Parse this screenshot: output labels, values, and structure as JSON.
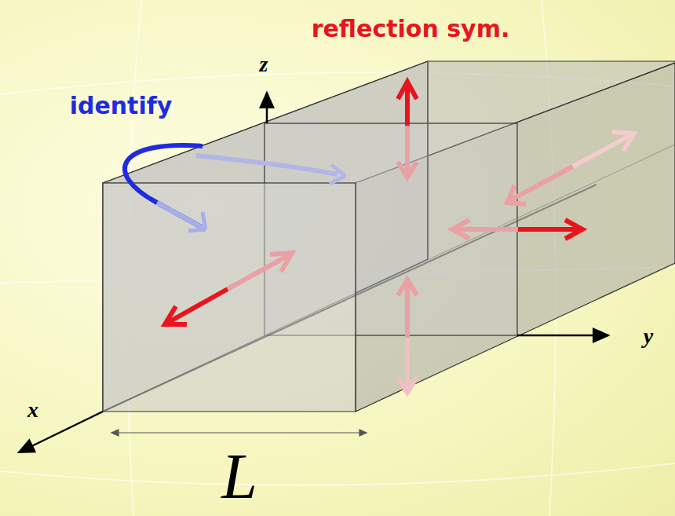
{
  "diagram": {
    "labels": [
      "reflection sym.",
      "identify",
      "z",
      "y",
      "x",
      "L"
    ]
  }
}
